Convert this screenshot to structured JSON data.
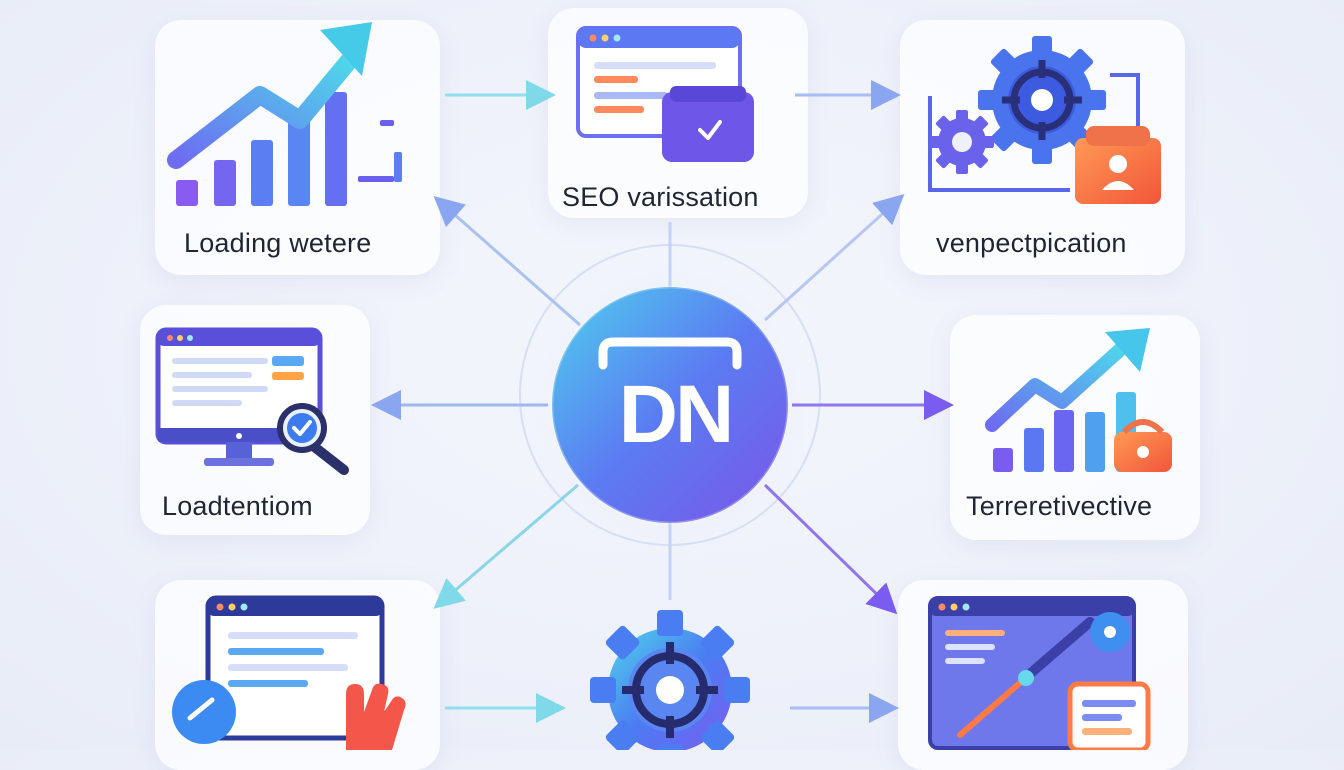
{
  "hub": {
    "text": "DN"
  },
  "nodes": [
    {
      "id": "top-left",
      "label": "Loading wetere",
      "icon": "growth-chart-icon"
    },
    {
      "id": "top-center",
      "label": "SEO varissation",
      "icon": "browser-window-icon"
    },
    {
      "id": "top-right",
      "label": "venpectpication",
      "icon": "gear-target-icon"
    },
    {
      "id": "mid-left",
      "label": "Loadtentiom",
      "icon": "monitor-search-icon"
    },
    {
      "id": "mid-right",
      "label": "Terreretivective",
      "icon": "trend-chart-icon"
    },
    {
      "id": "bottom-left",
      "label": "",
      "icon": "browser-hand-icon"
    },
    {
      "id": "bottom-center",
      "label": "",
      "icon": "gear-icon"
    },
    {
      "id": "bottom-right",
      "label": "",
      "icon": "editor-tablet-icon"
    }
  ],
  "colors": {
    "cyan": "#4fd6ea",
    "blue": "#4b7cf3",
    "purple": "#7a5cf0",
    "orange": "#ff7a45",
    "text": "#1f2535"
  }
}
